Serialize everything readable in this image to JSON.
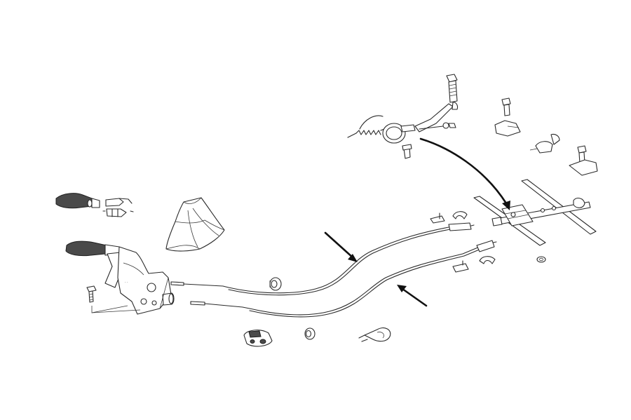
{
  "diagram": {
    "colors": {
      "line": "#2a2a2a",
      "grip": "#4a4a4a",
      "arrow": "#111111",
      "background": "#ffffff"
    },
    "parts": [
      "handle-grip-spare",
      "clip-pair",
      "boot-cover",
      "handbrake-lever-assembly",
      "mounting-bolt",
      "brake-cable-upper",
      "brake-cable-lower",
      "grommet",
      "grommet-lower",
      "rubber-mount",
      "cable-clamp-strap",
      "cable-end-fittings",
      "equalizer-bracket-frame",
      "return-spring",
      "pipe-clamp",
      "spring-bracket",
      "bolt-upper",
      "bracket-assembly-right",
      "arrow-indicators"
    ]
  }
}
